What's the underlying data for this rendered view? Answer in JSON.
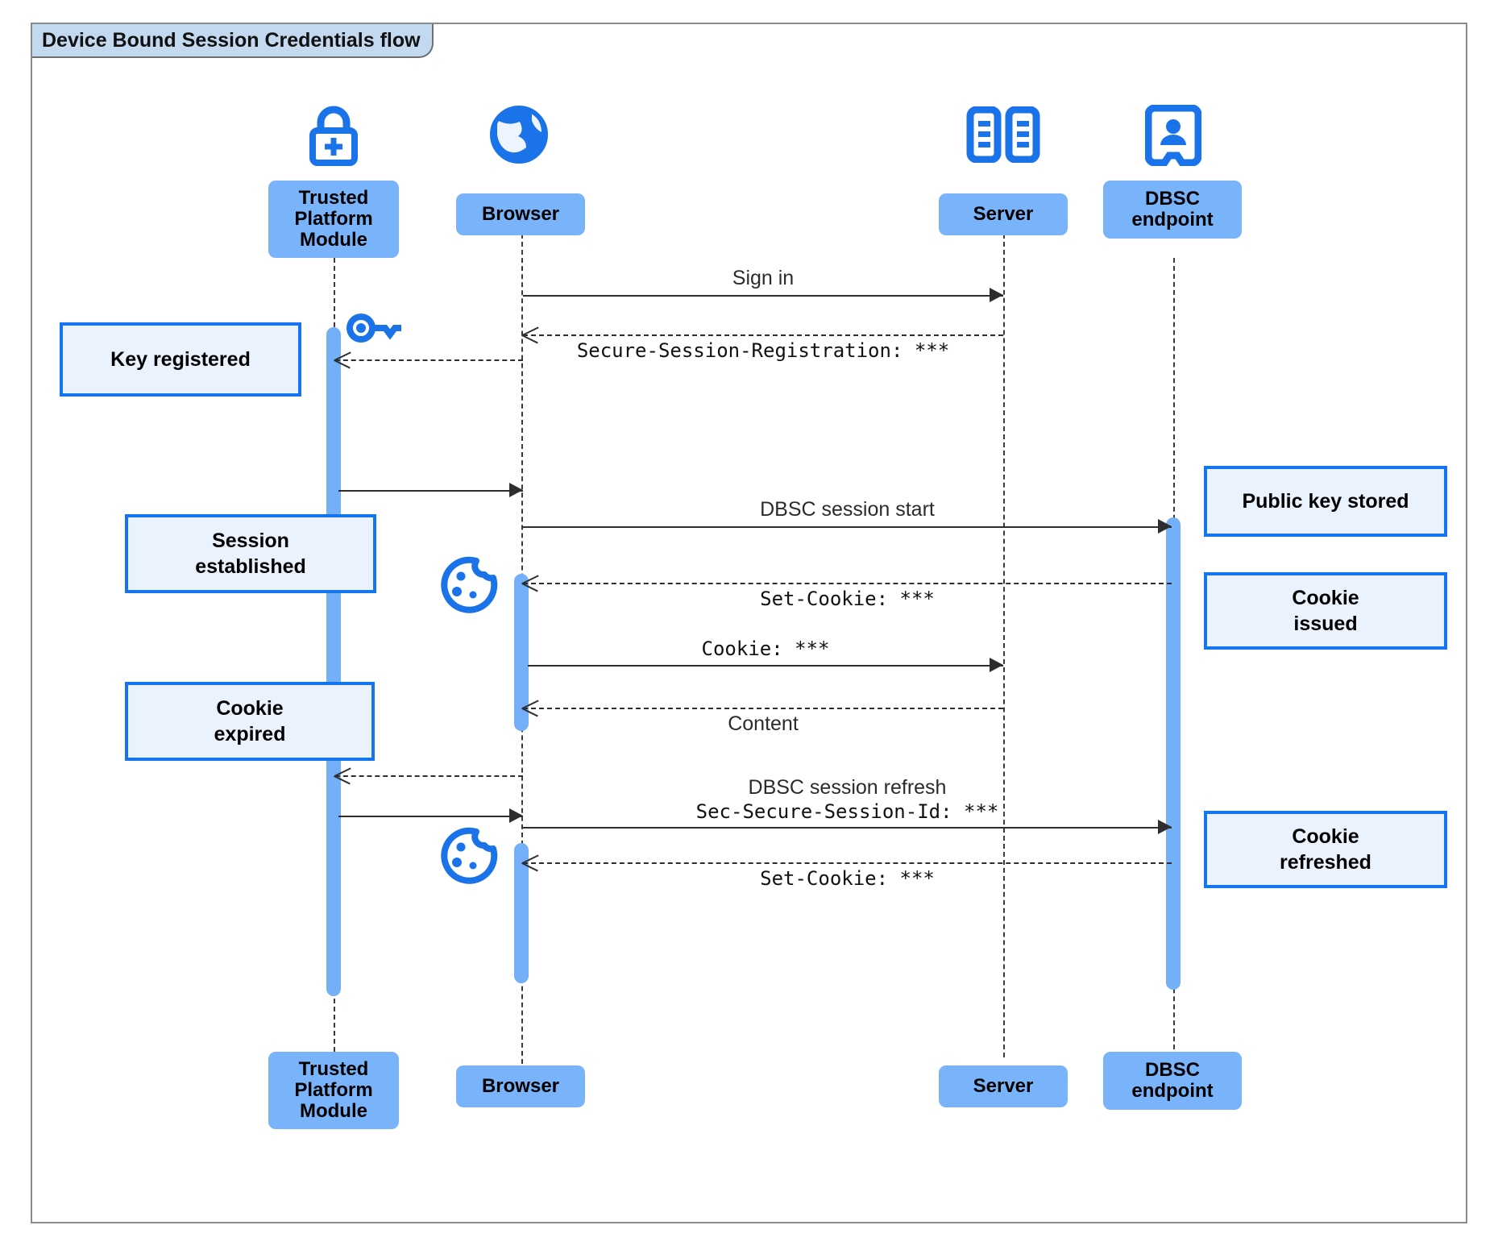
{
  "frame": {
    "title": "Device Bound Session Credentials flow"
  },
  "participants": [
    {
      "id": "tpm",
      "label": "Trusted\nPlatform\nModule",
      "icon": "lock-plus-icon"
    },
    {
      "id": "browser",
      "label": "Browser",
      "icon": "globe-icon"
    },
    {
      "id": "server",
      "label": "Server",
      "icon": "server-racks-icon"
    },
    {
      "id": "dbsc",
      "label": "DBSC\nendpoint",
      "icon": "id-badge-icon"
    }
  ],
  "messages": [
    {
      "id": "m1",
      "label": "Sign in",
      "style": "solid",
      "dir": "right",
      "mono": false
    },
    {
      "id": "m2",
      "label": "Secure-Session-Registration: ***",
      "style": "dashed",
      "dir": "left",
      "mono": true
    },
    {
      "id": "m3",
      "label": "",
      "style": "solid",
      "dir": "right",
      "mono": false
    },
    {
      "id": "m4",
      "label": "DBSC session start",
      "style": "solid",
      "dir": "right",
      "mono": false
    },
    {
      "id": "m5",
      "label": "Set-Cookie: ***",
      "style": "dashed",
      "dir": "left",
      "mono": true
    },
    {
      "id": "m6",
      "label": "Cookie: ***",
      "style": "solid",
      "dir": "right",
      "mono": true
    },
    {
      "id": "m7",
      "label": "Content",
      "style": "dashed",
      "dir": "left",
      "mono": false
    },
    {
      "id": "m8",
      "label": "",
      "style": "dashed",
      "dir": "left",
      "mono": false
    },
    {
      "id": "m9",
      "label_line1": "DBSC session refresh",
      "label_line2": "Sec-Secure-Session-Id: ***",
      "style": "solid",
      "dir": "right",
      "mono": false
    },
    {
      "id": "m10",
      "label": "",
      "style": "solid",
      "dir": "right",
      "mono": false
    },
    {
      "id": "m11",
      "label": "Set-Cookie: ***",
      "style": "dashed",
      "dir": "left",
      "mono": true
    }
  ],
  "notes": [
    {
      "id": "n1",
      "text": "Key registered",
      "side": "left"
    },
    {
      "id": "n2",
      "text": "Session\nestablished",
      "side": "left"
    },
    {
      "id": "n3",
      "text": "Cookie\nexpired",
      "side": "left"
    },
    {
      "id": "n4",
      "text": "Public key stored",
      "side": "right"
    },
    {
      "id": "n5",
      "text": "Cookie\nissued",
      "side": "right"
    },
    {
      "id": "n6",
      "text": "Cookie\nrefreshed",
      "side": "right"
    }
  ],
  "inline_icons": [
    {
      "id": "key1",
      "name": "key-icon"
    },
    {
      "id": "cookie1",
      "name": "cookie-icon"
    },
    {
      "id": "cookie2",
      "name": "cookie-icon"
    }
  ],
  "colors": {
    "participant_fill": "#79B4FB",
    "note_fill": "#eaf2fe",
    "note_border": "#1575f0",
    "activation": "#74B0F8",
    "icon_blue": "#1a73e8",
    "title_band": "#c3d9f0",
    "lifeline": "#3b3b3b"
  }
}
